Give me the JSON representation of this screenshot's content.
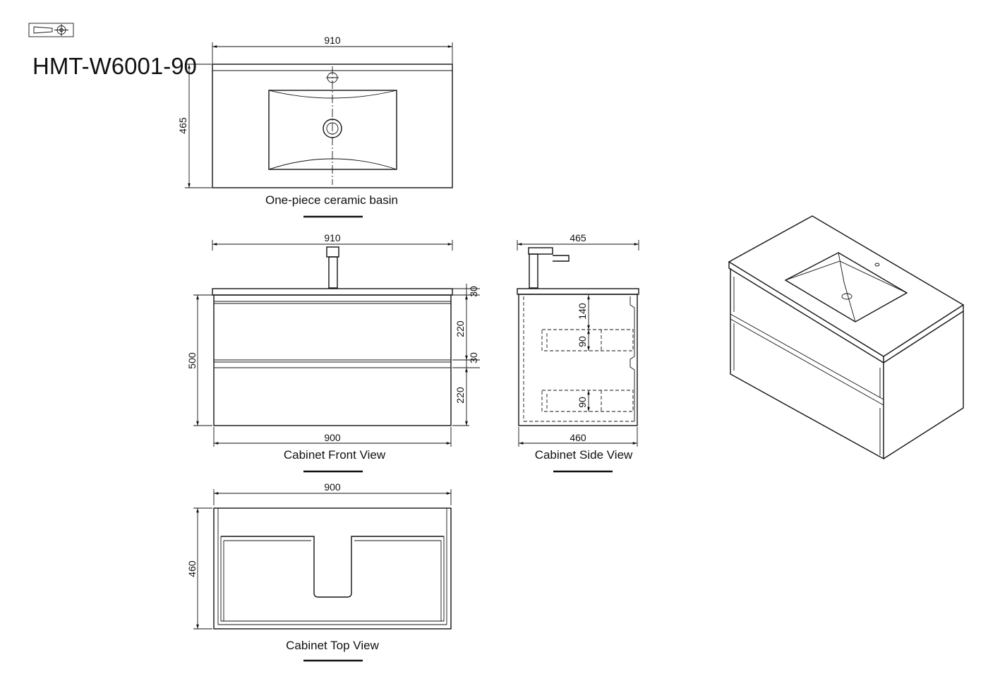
{
  "model_code": "HMT-W6001-90",
  "symbol": "third-angle-projection-icon",
  "views": {
    "basin": {
      "title": "One-piece ceramic basin",
      "width": "910",
      "depth": "465"
    },
    "front": {
      "title": "Cabinet Front View",
      "top_width": "910",
      "bottom_width": "900",
      "height": "500",
      "top_thickness": "30",
      "drawer_upper": "220",
      "gap": "30",
      "drawer_lower": "220"
    },
    "side": {
      "title": "Cabinet Side View",
      "top_depth": "465",
      "bottom_depth": "460",
      "upper_offset": "140",
      "drawer_upper_depth": "90",
      "drawer_lower_depth": "90"
    },
    "top": {
      "title": "Cabinet Top View",
      "width": "900",
      "depth": "460"
    }
  },
  "isometric": {
    "icon": "isometric-vanity-drawing"
  }
}
